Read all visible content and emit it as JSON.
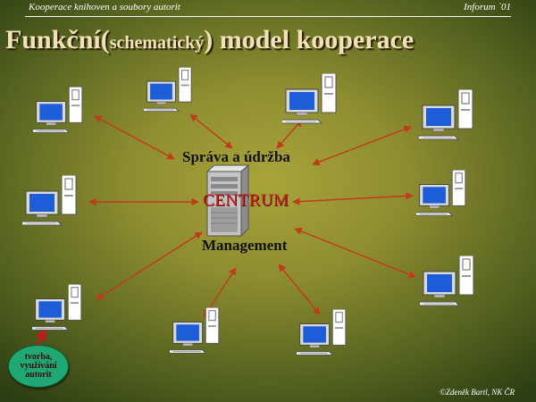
{
  "header": {
    "left": "Kooperace knihoven a soubory autorit",
    "right": "Inforum `01"
  },
  "title": {
    "part1": "Funkční(",
    "part2": "schematický",
    "part3": ") model kooperace"
  },
  "center": {
    "top_label": "Správa a údržba",
    "name": "CENTRUM",
    "bottom_label": "Management"
  },
  "bubble": {
    "text": "tvorba, využívání autorit"
  },
  "footer": {
    "author": "©Zdeněk Bartl, NK ČR"
  },
  "colors": {
    "arrow": "#c23a1a",
    "monitor_screen": "#1d5dd8",
    "centrum_text": "#c8201c",
    "bubble_fill": "#1fa874"
  },
  "icons": [
    "computer-icon",
    "server-icon"
  ]
}
